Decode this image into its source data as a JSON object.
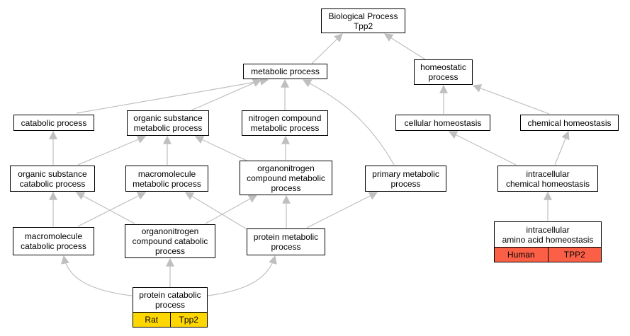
{
  "colors": {
    "edge": "#bfbfbf",
    "rat": "#ffd700",
    "human": "#fb6047"
  },
  "nodes": {
    "bp": "Biological Process\nTpp2",
    "metabolic": "metabolic process",
    "homeostatic": "homeostatic\nprocess",
    "catabolic": "catabolic process",
    "organic_sub_metabolic": "organic substance\nmetabolic process",
    "nitrogen_compound": "nitrogen compound\nmetabolic process",
    "cellular_homeostasis": "cellular homeostasis",
    "chemical_homeostasis": "chemical homeostasis",
    "organic_sub_catabolic": "organic substance\ncatabolic process",
    "macromolecule_metabolic": "macromolecule\nmetabolic process",
    "organonitrogen_metabolic": "organonitrogen\ncompound metabolic\nprocess",
    "primary_metabolic": "primary metabolic\nprocess",
    "intracellular_chemical": "intracellular\nchemical homeostasis",
    "macromolecule_catabolic": "macromolecule\ncatabolic process",
    "organonitrogen_catabolic": "organonitrogen\ncompound catabolic\nprocess",
    "protein_metabolic": "protein metabolic\nprocess",
    "amino_acid_homeostasis": "intracellular\namino acid homeostasis",
    "protein_catabolic": "protein catabolic\nprocess"
  },
  "annotations": {
    "protein_catabolic": [
      "Rat",
      "Tpp2"
    ],
    "amino_acid_homeostasis": [
      "Human",
      "TPP2"
    ]
  }
}
